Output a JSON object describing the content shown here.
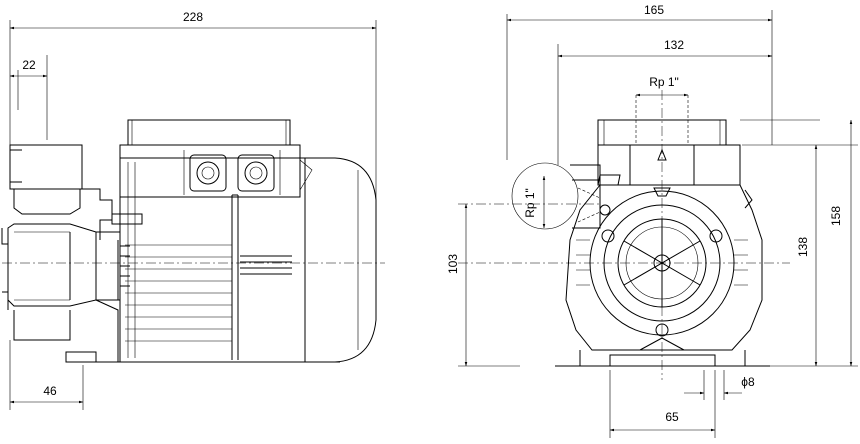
{
  "dimensions": {
    "side_overall_length": "228",
    "side_inlet_offset": "22",
    "side_foot_offset": "46",
    "front_overall_width": "165",
    "front_head_width": "132",
    "front_port_label": "Rp 1\"",
    "front_side_port_label": "Rp 1\"",
    "front_shaft_height": "103",
    "front_outlet_height": "138",
    "front_overall_height": "158",
    "front_foot_spacing": "65",
    "front_hole_diameter": "ϕ8"
  }
}
